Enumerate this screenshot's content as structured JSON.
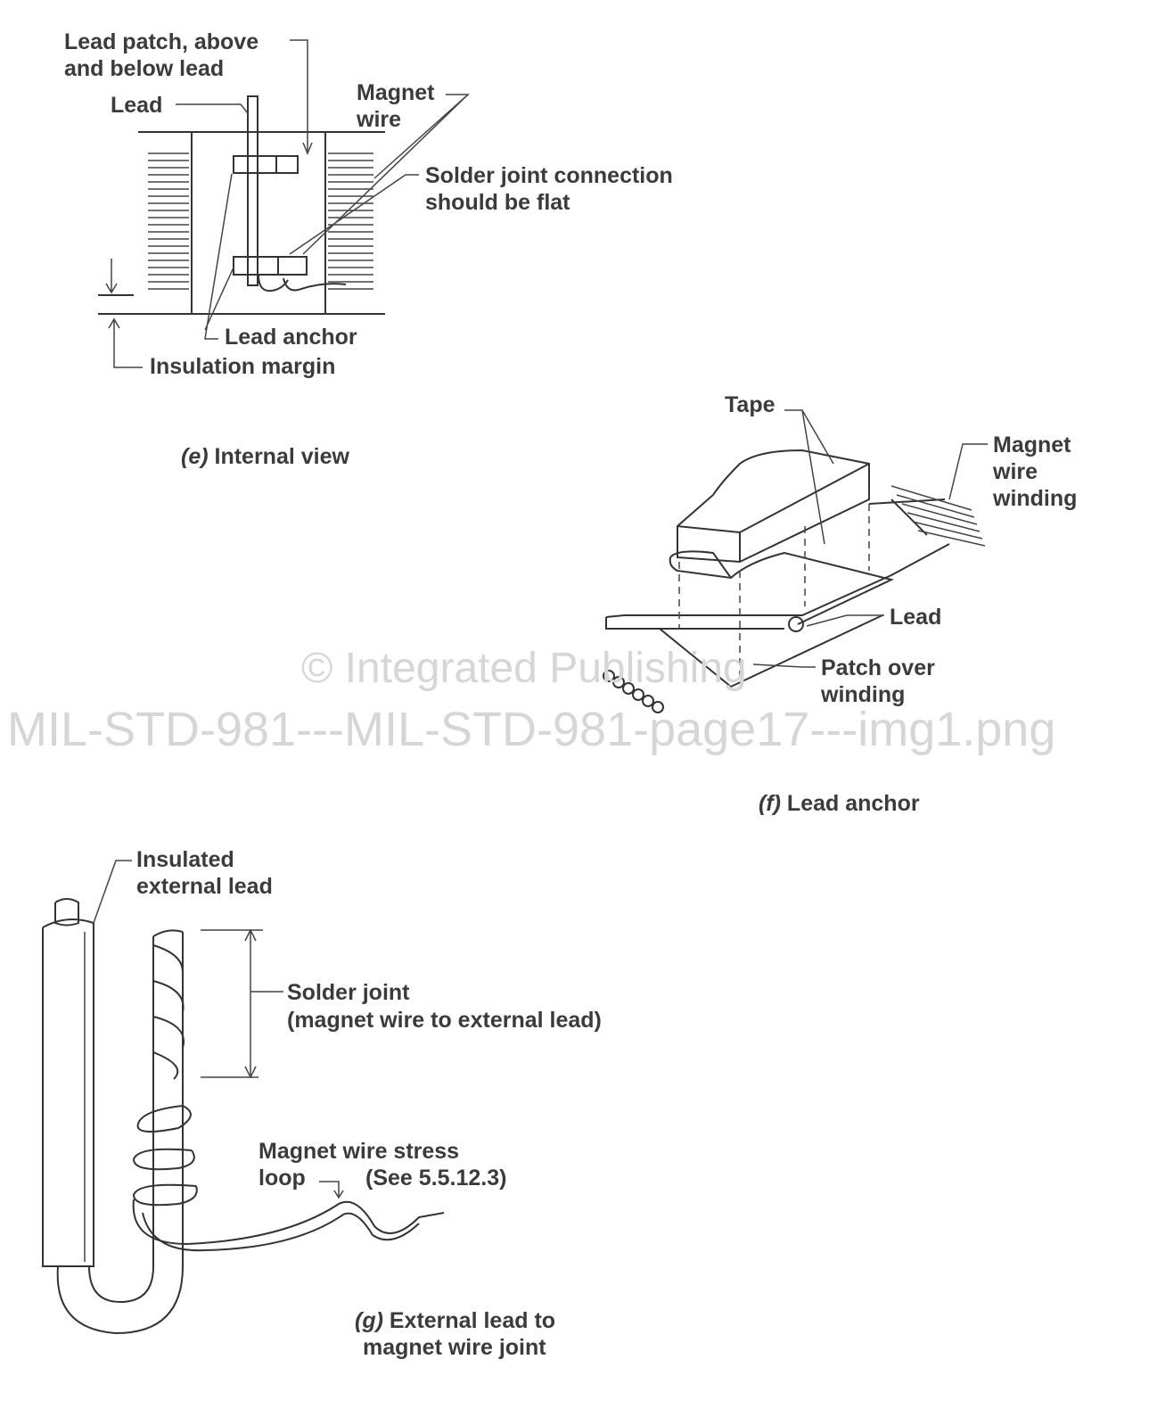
{
  "figure_e": {
    "lead_patch_line1": "Lead patch, above",
    "lead_patch_line2": "and below lead",
    "lead": "Lead",
    "magnet_wire_line1": "Magnet",
    "magnet_wire_line2": "wire",
    "solder_line1": "Solder joint connection",
    "solder_line2": "should be flat",
    "lead_anchor": "Lead anchor",
    "insulation_margin": "Insulation margin",
    "caption_letter": "(e)",
    "caption_text": " Internal view"
  },
  "figure_f": {
    "tape": "Tape",
    "magnet_line1": "Magnet",
    "magnet_line2": "wire",
    "magnet_line3": "winding",
    "lead": "Lead",
    "patch_line1": "Patch over",
    "patch_line2": "winding",
    "caption_letter": "(f)",
    "caption_text": " Lead anchor"
  },
  "figure_g": {
    "insulated_line1": "Insulated",
    "insulated_line2": "external lead",
    "solder_line1": "Solder joint",
    "solder_line2": "(magnet wire to external lead)",
    "stress_line1": "Magnet wire stress",
    "stress_line2": "loop",
    "see_ref": "(See 5.5.12.3)",
    "caption_letter": "(g)",
    "caption_line1": " External lead to",
    "caption_line2": "magnet wire joint"
  },
  "watermark": {
    "line1": "© Integrated Publishing",
    "line2": "MIL-STD-981---MIL-STD-981-page17---img1.png"
  }
}
